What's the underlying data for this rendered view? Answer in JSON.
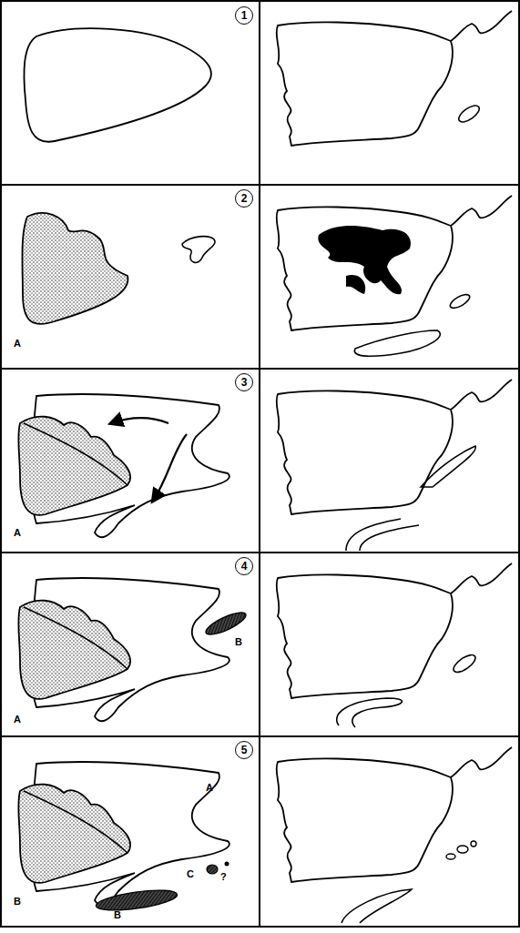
{
  "diagram": {
    "nodes": [
      {
        "text": [
          "1"
        ]
      },
      {
        "text": [
          "2"
        ]
      },
      {
        "text": [
          "3"
        ]
      },
      {
        "text": [
          "4"
        ]
      },
      {
        "text": [
          "5"
        ]
      }
    ],
    "labels": [
      "A",
      "A",
      "A",
      "B",
      "A",
      "C",
      "?",
      "B",
      "B"
    ]
  }
}
